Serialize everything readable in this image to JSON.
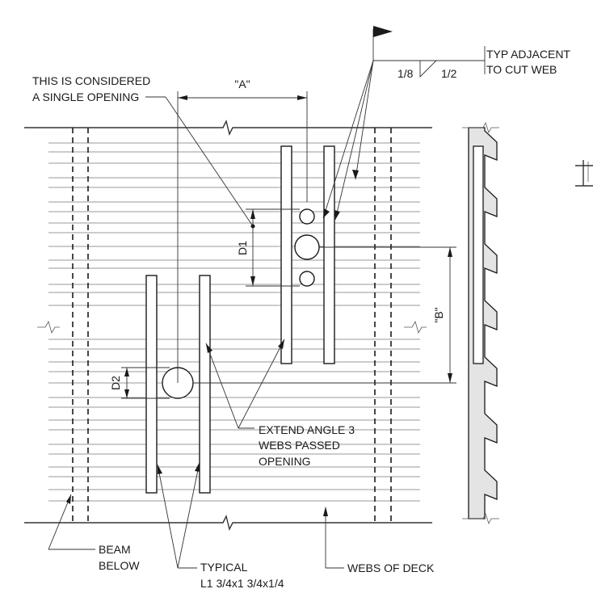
{
  "labels": {
    "single_opening_line1": "THIS IS CONSIDERED",
    "single_opening_line2": "A SINGLE OPENING",
    "dim_a": "\"A\"",
    "dim_b": "\"B\"",
    "dim_d1": "D1",
    "dim_d2": "D2",
    "weld_left": "1/8",
    "weld_right": "1/2",
    "typ_adjacent_line1": "TYP ADJACENT",
    "typ_adjacent_line2": "TO CUT WEB",
    "extend_line1": "EXTEND ANGLE 3",
    "extend_line2": "WEBS PASSED",
    "extend_line3": "OPENING",
    "beam_line1": "BEAM",
    "beam_line2": "BELOW",
    "typical_line1": "TYPICAL",
    "typical_line2": "L1 3/4x1 3/4x1/4",
    "webs_of_deck": "WEBS OF DECK"
  }
}
